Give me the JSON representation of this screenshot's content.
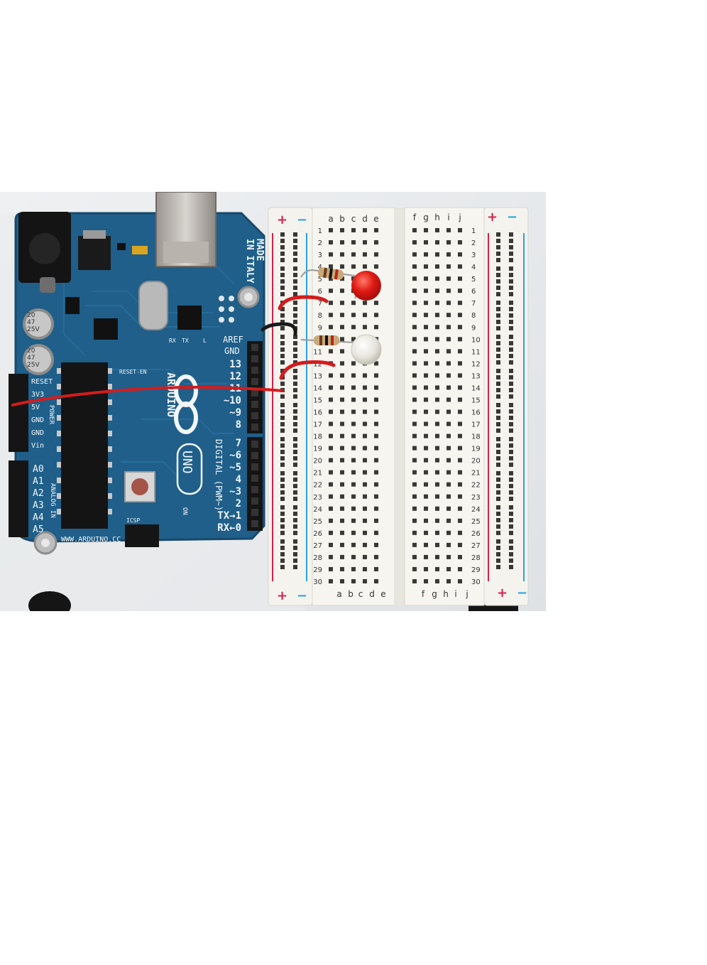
{
  "board": {
    "made_in": [
      "MADE",
      "IN ITALY"
    ],
    "brand": "ARDUINO",
    "model": "UNO",
    "website": "WWW.ARDUINO.CC",
    "aref": "AREF",
    "gnd": "GND",
    "digital_pins": [
      "13",
      "12",
      "11",
      "~10",
      "~9",
      "8",
      "7",
      "~6",
      "~5",
      "4",
      "~3",
      "2",
      "TX→1",
      "RX←0"
    ],
    "digital_label": "DIGITAL (PWM~)",
    "analog_pins": [
      "A0",
      "A1",
      "A2",
      "A3",
      "A4",
      "A5"
    ],
    "analog_label": "ANALOG IN",
    "power_pins": [
      "RESET",
      "3V3",
      "5V",
      "GND",
      "GND",
      "Vin"
    ],
    "power_label": "POWER",
    "cap1": [
      "20",
      "47",
      "25V"
    ],
    "cap2": [
      "20",
      "47",
      "25V"
    ],
    "reset_label": "RESET-EN",
    "icsp_label": "ICSP",
    "on_label": "ON",
    "rx_label": "RX",
    "tx_label": "TX",
    "l_label": "L",
    "colors": {
      "pcb": "#1f5f8a",
      "header": "#151515",
      "silk": "#f2f6fa"
    }
  },
  "breadboard": {
    "plus": "+",
    "minus": "−",
    "left_cols": [
      "a",
      "b",
      "c",
      "d",
      "e"
    ],
    "right_cols": [
      "f",
      "g",
      "h",
      "i",
      "j"
    ],
    "rows": 30,
    "colors": {
      "body": "#f4f3ee",
      "rail_red": "#d8204a",
      "rail_blue": "#2aa3dc"
    }
  },
  "components": {
    "red_led": {
      "color": "#e01a14",
      "row": 6
    },
    "clear_led": {
      "row": 11
    },
    "wire_colors": {
      "red": "#d41c1c",
      "black": "#1a1a1a"
    }
  }
}
